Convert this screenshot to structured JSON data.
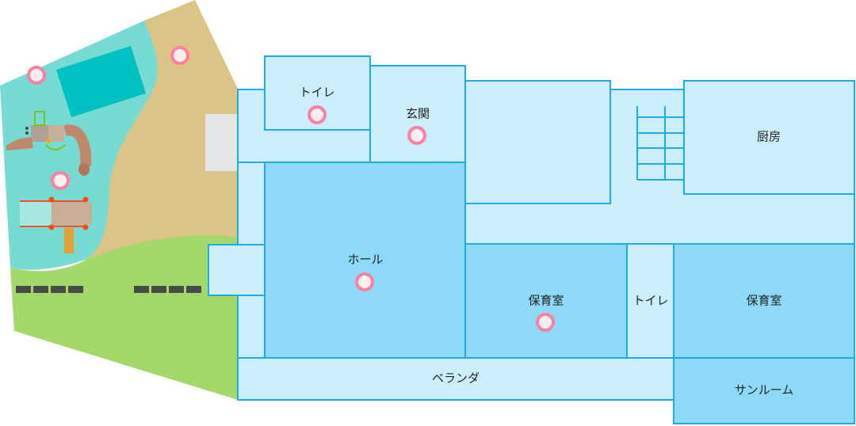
{
  "colors": {
    "room_light": "#cceefb",
    "room_dark": "#8ed9f7",
    "wall": "#1aabe8",
    "sand": "#dcc487",
    "play_area": "#78dbd3",
    "pool": "#00c2c2",
    "lawn": "#a3d86a",
    "marker": "#ff7fa0"
  },
  "rooms": {
    "toilet_top": "トイレ",
    "entrance": "玄関",
    "kitchen": "厨房",
    "hall": "ホール",
    "nursery_1": "保育室",
    "toilet_mid": "トイレ",
    "nursery_2": "保育室",
    "veranda": "ベランダ",
    "sunroom": "サンルーム"
  },
  "markers": [
    "playground-1",
    "sand-yard",
    "playground-2",
    "toilet",
    "entrance",
    "hall",
    "nursery"
  ]
}
